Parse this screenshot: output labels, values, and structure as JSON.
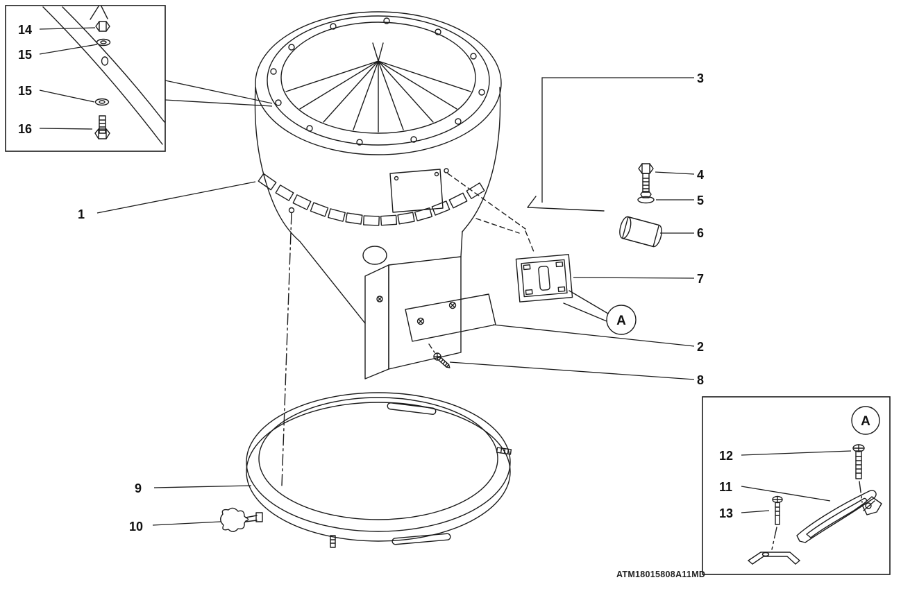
{
  "figure": {
    "code": "ATM18015808A11MD",
    "labels": {
      "p1": "1",
      "p2": "2",
      "p3": "3",
      "p4": "4",
      "p5": "5",
      "p6": "6",
      "p7": "7",
      "p8": "8",
      "p9": "9",
      "p10": "10",
      "p11": "11",
      "p12": "12",
      "p13": "13",
      "p14": "14",
      "p15a": "15",
      "p15b": "15",
      "p16": "16"
    },
    "callouts": {
      "main": "A",
      "inset": "A"
    }
  }
}
